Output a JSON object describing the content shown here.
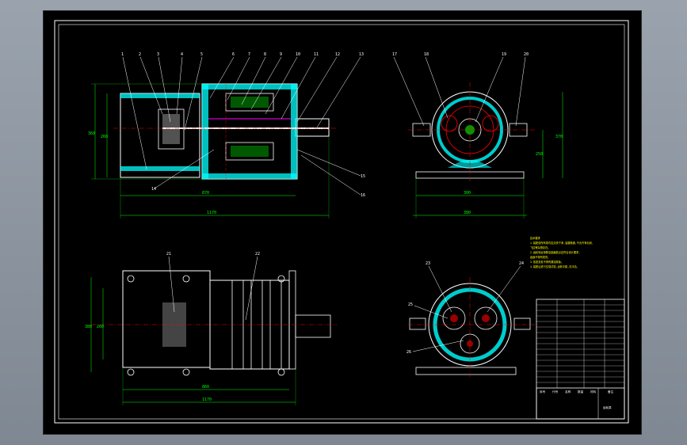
{
  "colors": {
    "background": "#000000",
    "outline": "#ffffff",
    "section": "#00ffff",
    "centerline": "#ff0000",
    "dimension": "#00ff00",
    "leader": "#ffffff",
    "notes": "#ffff00"
  },
  "front_view": {
    "part_numbers": [
      "1",
      "2",
      "3",
      "4",
      "5",
      "6",
      "7",
      "8",
      "9",
      "10",
      "11",
      "12",
      "13"
    ],
    "lower_part_numbers": [
      "14",
      "15",
      "16"
    ],
    "dimensions": {
      "overall_length": "1170",
      "inner_length": "870",
      "height_outer": "360",
      "height_inner": "260"
    }
  },
  "side_view": {
    "part_numbers": [
      "17",
      "18",
      "19",
      "20"
    ],
    "dimensions": {
      "width": "300",
      "base_width": "380",
      "height": "250",
      "overall_height": "370"
    }
  },
  "top_view": {
    "part_numbers": [
      "21",
      "22"
    ],
    "dimensions": {
      "length_inner": "860",
      "length_outer": "1170",
      "width_outer": "380",
      "width_inner": "260"
    }
  },
  "section_view": {
    "part_numbers": [
      "23",
      "24",
      "25",
      "26"
    ]
  },
  "notes": {
    "title": "技术要求",
    "lines": [
      "1.装配前所有零件应清洗干净,油路畅通,不允许有毛刺、",
      "  飞边等杂物存在。",
      "2.齿轮啮合侧隙及接触斑点应符合设计要求,",
      "  齿面不得有损伤。",
      "3.各密封处不得有漏油现象。",
      "4.装配后进行空载试验,运转平稳,无冲击。"
    ]
  },
  "title_block": {
    "drawing_title": "齿轮泵",
    "cells": [
      "序号",
      "代号",
      "名称",
      "数量",
      "材料",
      "备注"
    ]
  }
}
